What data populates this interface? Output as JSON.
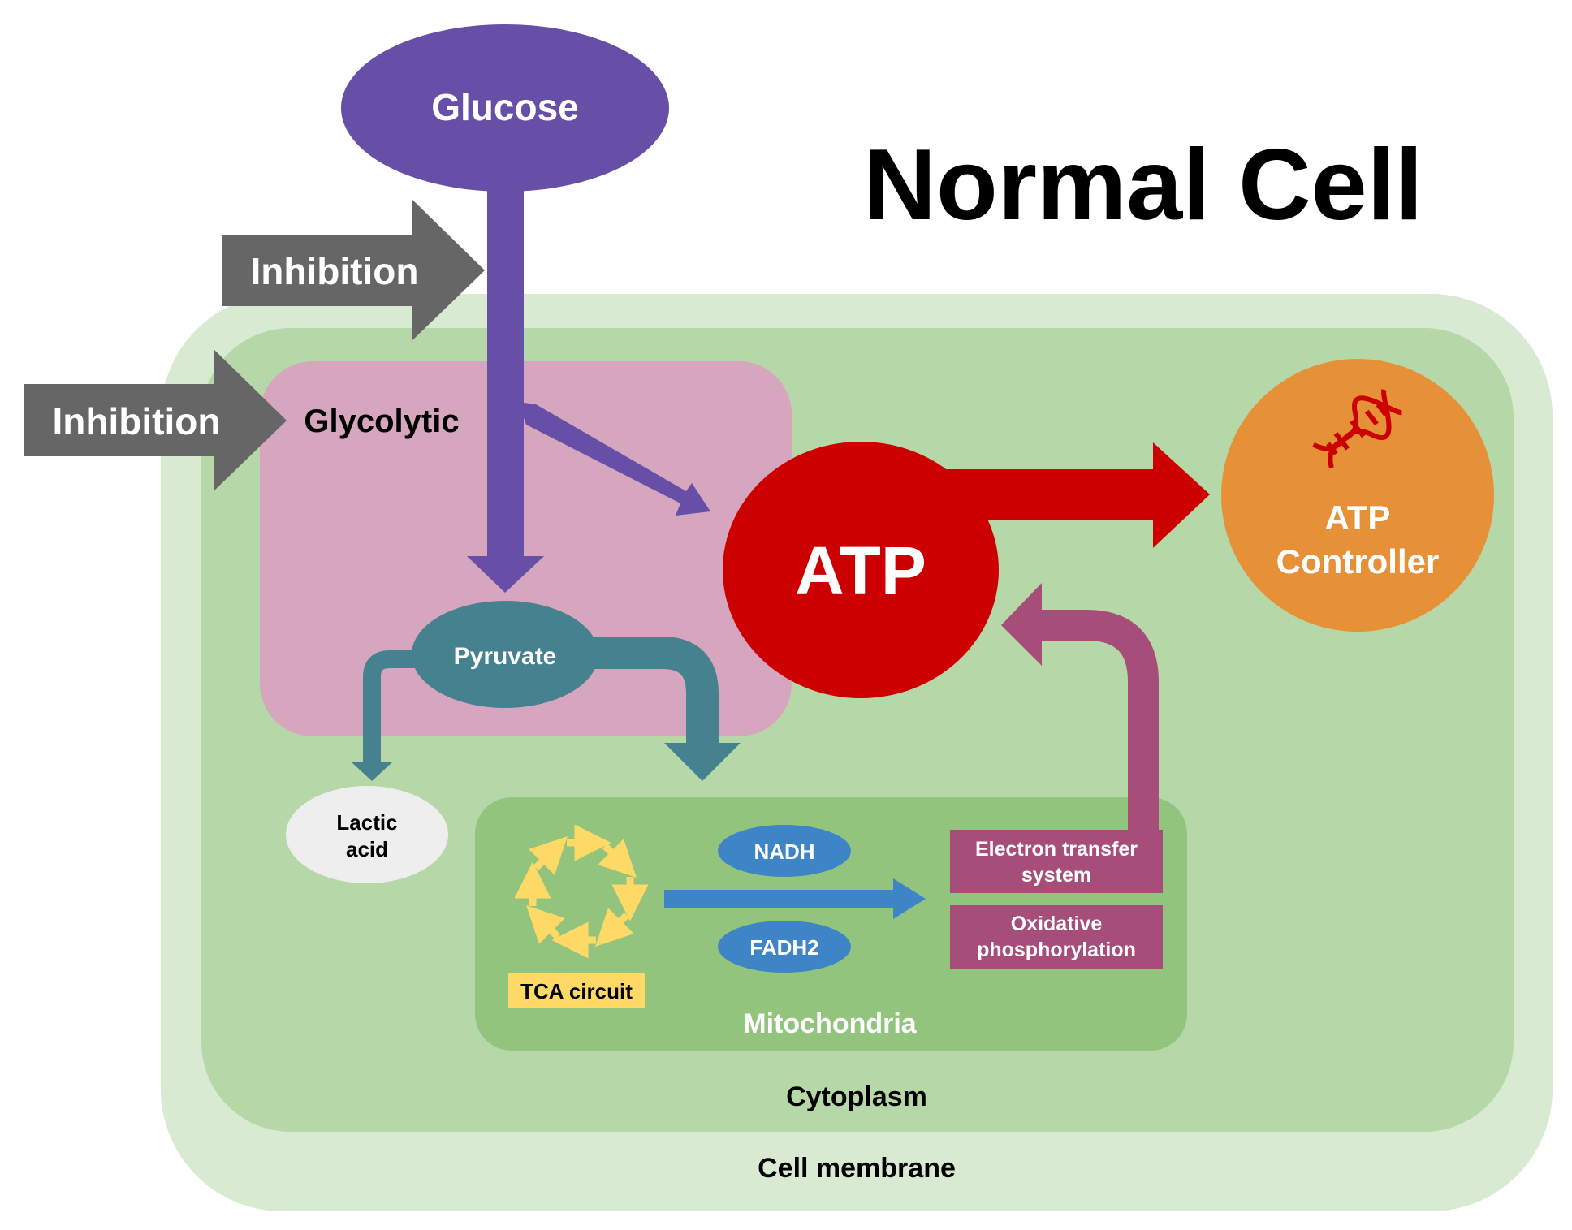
{
  "title": "Normal Cell",
  "colors": {
    "membrane": "#d9ead3",
    "cytoplasm": "#b6d7a8",
    "mitochondria": "#93c47d",
    "glycolytic": "#d5a6bd",
    "glucose": "#674ea7",
    "inhibition": "#666666",
    "pyruvate": "#45818e",
    "atp": "#cc0000",
    "controller": "#e69138",
    "return_arrow": "#a64d79",
    "nadh": "#3d85c6",
    "tca": "#ffd966",
    "tca_label_bg": "#ffd966",
    "lactic": "#eeeeee"
  },
  "nodes": {
    "glucose": "Glucose",
    "glycolytic": "Glycolytic",
    "pyruvate": "Pyruvate",
    "lactic_acid": [
      "Lactic",
      "acid"
    ],
    "atp": "ATP",
    "atp_controller": [
      "ATP",
      "Controller"
    ],
    "nadh": "NADH",
    "fadh2": "FADH2",
    "tca": "TCA circuit",
    "electron_transfer": [
      "Electron transfer",
      "system"
    ],
    "oxidative": [
      "Oxidative",
      "phosphorylation"
    ]
  },
  "inhibitors": [
    {
      "label": "Inhibition",
      "target": "glucose"
    },
    {
      "label": "Inhibition",
      "target": "glycolytic"
    }
  ],
  "regions": {
    "mitochondria": "Mitochondria",
    "cytoplasm": "Cytoplasm",
    "membrane": "Cell membrane"
  },
  "icons": {
    "controller_icon": "dna-icon",
    "tca_icon": "cycle-icon"
  }
}
